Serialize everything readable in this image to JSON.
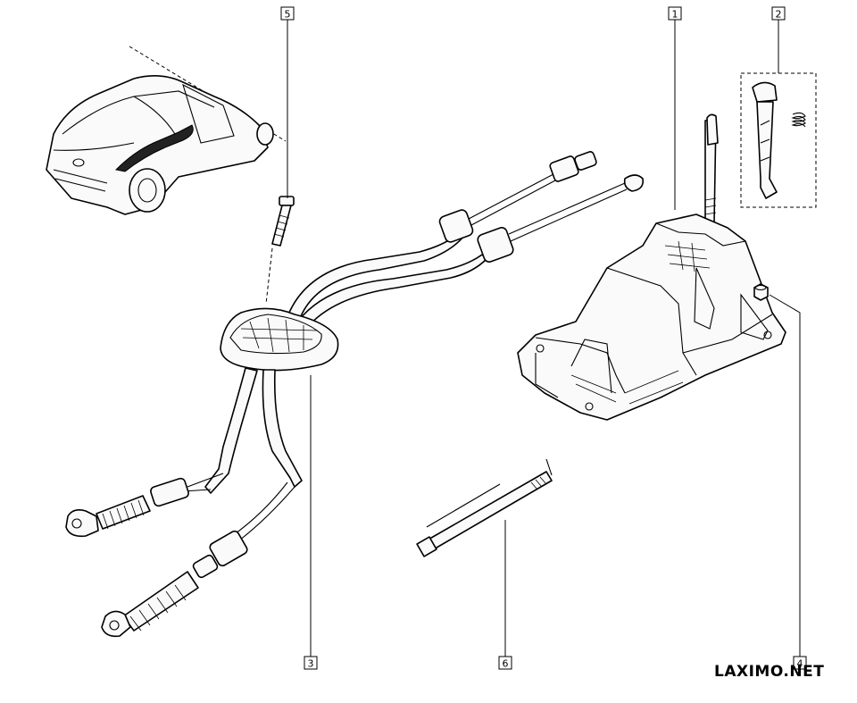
{
  "diagram": {
    "callouts": [
      {
        "id": "1",
        "label": "1"
      },
      {
        "id": "2",
        "label": "2"
      },
      {
        "id": "3",
        "label": "3"
      },
      {
        "id": "4",
        "label": "4"
      },
      {
        "id": "5",
        "label": "5"
      },
      {
        "id": "6",
        "label": "6"
      }
    ]
  },
  "watermark": "LAXIMO.NET"
}
